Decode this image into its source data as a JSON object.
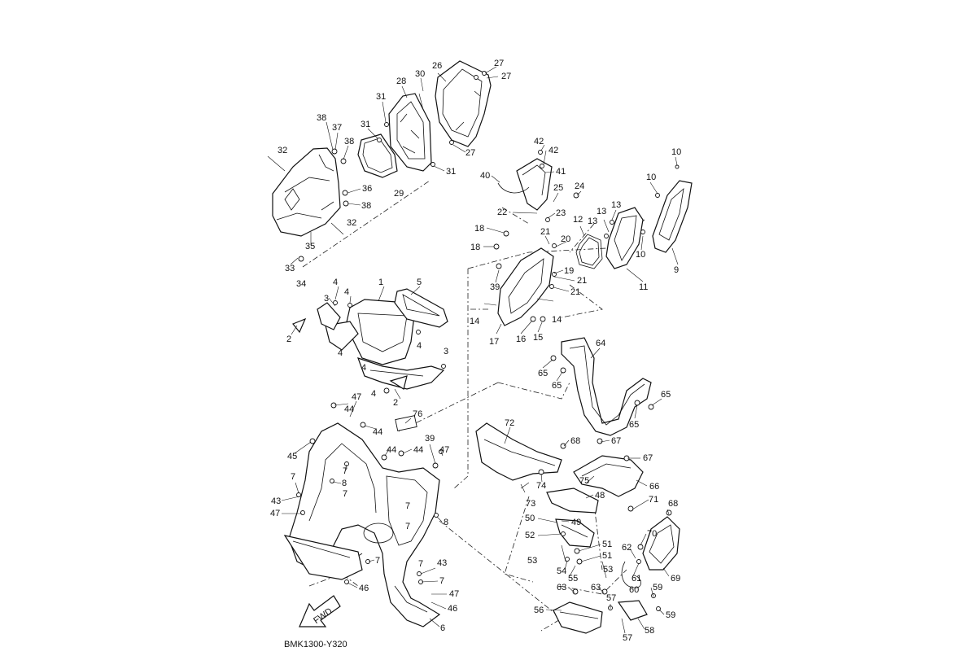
{
  "diagram_code": "BMK1300-Y320",
  "fwd_label": "FWD",
  "callouts": {
    "c1": "1",
    "c2a": "2",
    "c2b": "2",
    "c3a": "3",
    "c3b": "3",
    "c4a": "4",
    "c4b": "4",
    "c4c": "4",
    "c4d": "4",
    "c4e": "4",
    "c4f": "4",
    "c5": "5",
    "c6": "6",
    "c7a": "7",
    "c7b": "7",
    "c7c": "7",
    "c7d": "7",
    "c7e": "7",
    "c7f": "7",
    "c7g": "7",
    "c7h": "7",
    "c8a": "8",
    "c8b": "8",
    "c9": "9",
    "c10a": "10",
    "c10b": "10",
    "c10c": "10",
    "c11": "11",
    "c12": "12",
    "c13a": "13",
    "c13b": "13",
    "c13c": "13",
    "c14a": "14",
    "c14b": "14",
    "c15": "15",
    "c16": "16",
    "c17": "17",
    "c18a": "18",
    "c18b": "18",
    "c19": "19",
    "c20": "20",
    "c21a": "21",
    "c21b": "21",
    "c21c": "21",
    "c22": "22",
    "c23": "23",
    "c24": "24",
    "c25": "25",
    "c26": "26",
    "c27a": "27",
    "c27b": "27",
    "c27c": "27",
    "c28": "28",
    "c29": "29",
    "c30": "30",
    "c31a": "31",
    "c31b": "31",
    "c31c": "31",
    "c32a": "32",
    "c32b": "32",
    "c33": "33",
    "c34": "34",
    "c35": "35",
    "c36": "36",
    "c37": "37",
    "c38a": "38",
    "c38b": "38",
    "c38c": "38",
    "c39a": "39",
    "c39b": "39",
    "c40": "40",
    "c41": "41",
    "c42a": "42",
    "c42b": "42",
    "c43a": "43",
    "c43b": "43",
    "c44a": "44",
    "c44b": "44",
    "c44c": "44",
    "c44d": "44",
    "c45": "45",
    "c46a": "46",
    "c46b": "46",
    "c47a": "47",
    "c47b": "47",
    "c47c": "47",
    "c47d": "47",
    "c48": "48",
    "c49": "49",
    "c50": "50",
    "c51a": "51",
    "c51b": "51",
    "c52": "52",
    "c53a": "53",
    "c53b": "53",
    "c54": "54",
    "c55": "55",
    "c56": "56",
    "c57a": "57",
    "c57b": "57",
    "c58": "58",
    "c59a": "59",
    "c59b": "59",
    "c60": "60",
    "c61": "61",
    "c62": "62",
    "c63a": "63",
    "c63b": "63",
    "c64": "64",
    "c65a": "65",
    "c65b": "65",
    "c65c": "65",
    "c65d": "65",
    "c66": "66",
    "c67a": "67",
    "c67b": "67",
    "c68a": "68",
    "c68b": "68",
    "c69": "69",
    "c70": "70",
    "c71": "71",
    "c72": "72",
    "c73": "73",
    "c74": "74",
    "c75": "75",
    "c76": "76"
  }
}
